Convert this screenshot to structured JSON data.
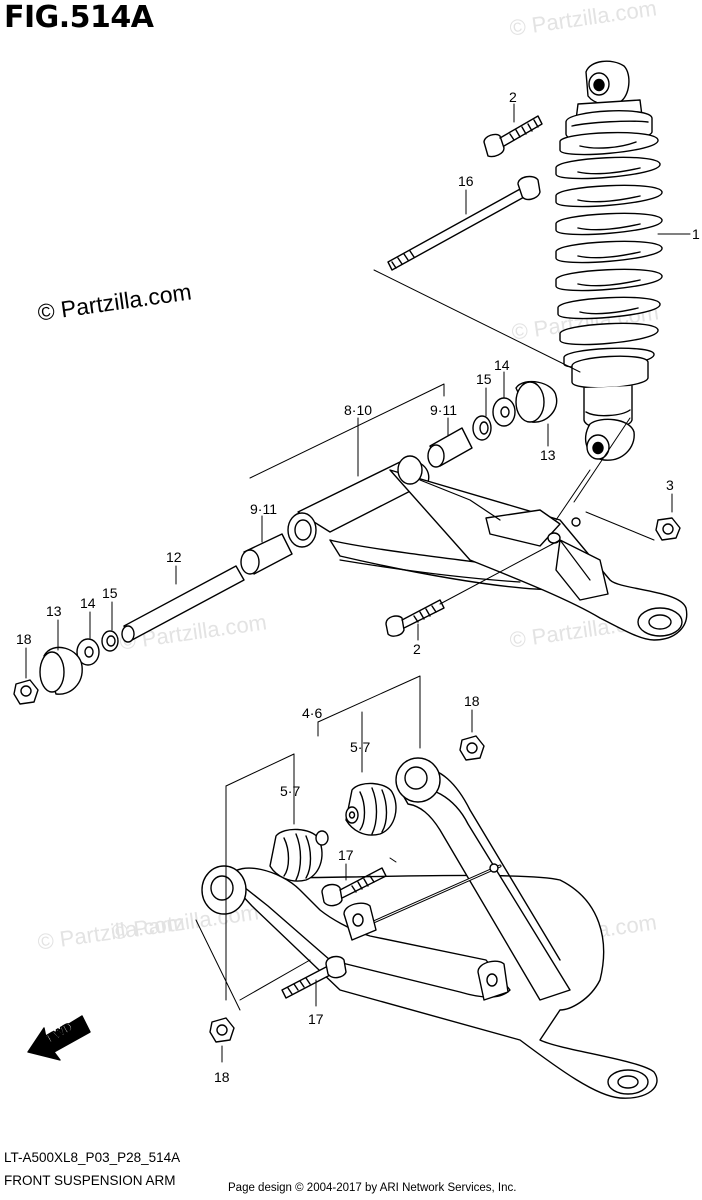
{
  "figure": {
    "title": "FIG.514A",
    "drawing_code": "LT-A500XL8_P03_P28_514A",
    "drawing_name": "FRONT SUSPENSION ARM"
  },
  "watermark": {
    "main": "© Partzilla.com",
    "faint": "© Partzilla.com"
  },
  "footer": {
    "copyright": "Page design © 2004-2017 by ARI Network Services, Inc."
  },
  "fwd_label": "FWD",
  "callouts": {
    "c1": "1",
    "c2_top": "2",
    "c2_bottom": "2",
    "c3": "3",
    "c4_6": "4·6",
    "c5_7_left": "5·7",
    "c5_7_right": "5·7",
    "c8_10": "8·10",
    "c9_11_top": "9·11",
    "c9_11_left": "9·11",
    "c12": "12",
    "c13_left": "13",
    "c13_right": "13",
    "c14_left": "14",
    "c14_right": "14",
    "c15_left": "15",
    "c15_right": "15",
    "c16": "16",
    "c17_top": "17",
    "c17_bottom": "17",
    "c18_left": "18",
    "c18_right": "18",
    "c18_bottom": "18"
  }
}
